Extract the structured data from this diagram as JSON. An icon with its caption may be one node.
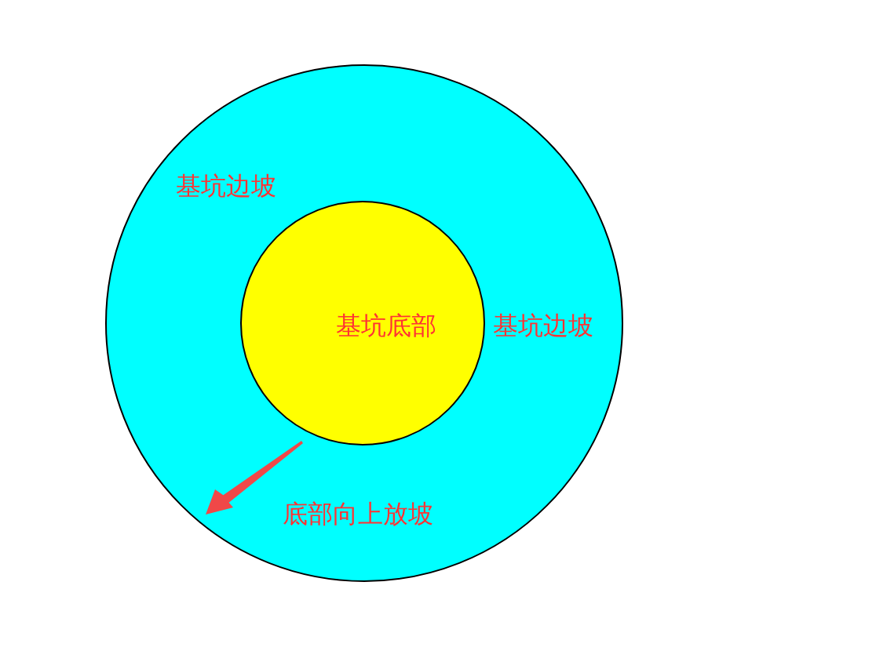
{
  "diagram": {
    "nodes": [
      {
        "text": [
          "基坑边坡",
          "基坑边坡",
          "底部向上放坡"
        ]
      },
      {
        "text": [
          "基坑底部"
        ],
        "in": 0
      }
    ]
  }
}
